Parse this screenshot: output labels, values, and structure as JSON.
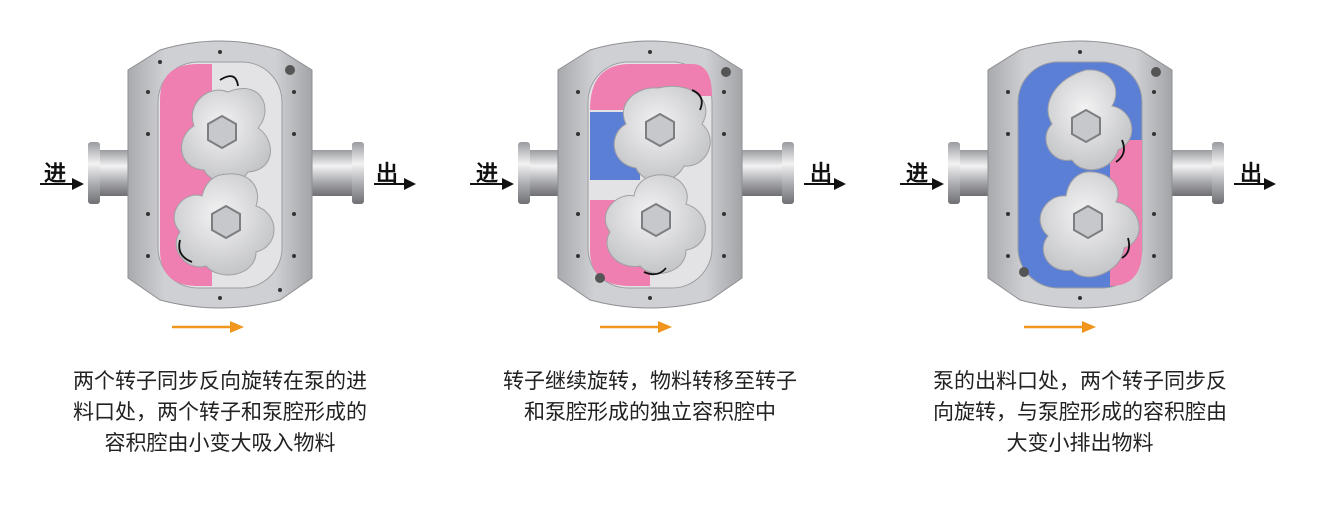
{
  "labels": {
    "inlet": "进",
    "outlet": "出"
  },
  "colors": {
    "suction_fluid": "#ee7fb0",
    "discharge_fluid": "#5b7fd4",
    "flow_arrow": "#f0961c",
    "body": "#bfc0c3",
    "rotor": "#d9d9db"
  },
  "stages": [
    {
      "caption": [
        "两个转子同步反向旋转在泵的进",
        "料口处，两个转子和泵腔形成的",
        "容积腔由小变大吸入物料"
      ]
    },
    {
      "caption": [
        "转子继续旋转，物料转移至转子",
        "和泵腔形成的独立容积腔中"
      ]
    },
    {
      "caption": [
        "泵的出料口处，两个转子同步反",
        "向旋转，与泵腔形成的容积腔由",
        "大变小排出物料"
      ]
    }
  ]
}
